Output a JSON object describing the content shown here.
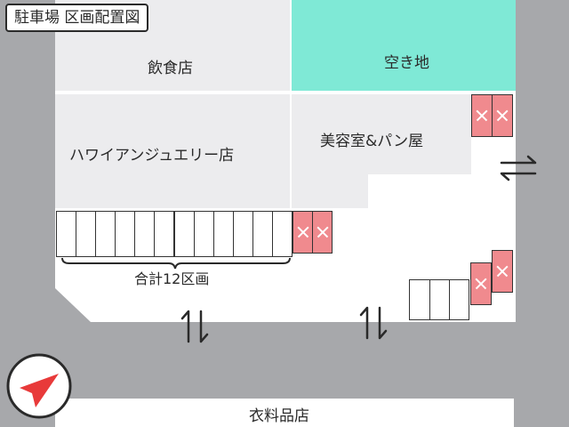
{
  "title": "駐車場 区画配置図",
  "stores": {
    "restaurant": "飲食店",
    "vacant": "空き地",
    "jewelry": "ハワイアンジュエリー店",
    "salon_bakery": "美容室&パン屋",
    "clothing": "衣料品店"
  },
  "parking": {
    "total_label": "合計12区画",
    "available_count": 12,
    "unavailable_count": 6
  },
  "icons": {
    "compass": "compass-arrow-icon",
    "arrows": "two-way-arrows-icon"
  },
  "colors": {
    "road": "#a7a8ab",
    "lot": "#ffffff",
    "building": "#ececee",
    "vacant": "#7fe9d6",
    "unavailable": "#f08a8e"
  }
}
